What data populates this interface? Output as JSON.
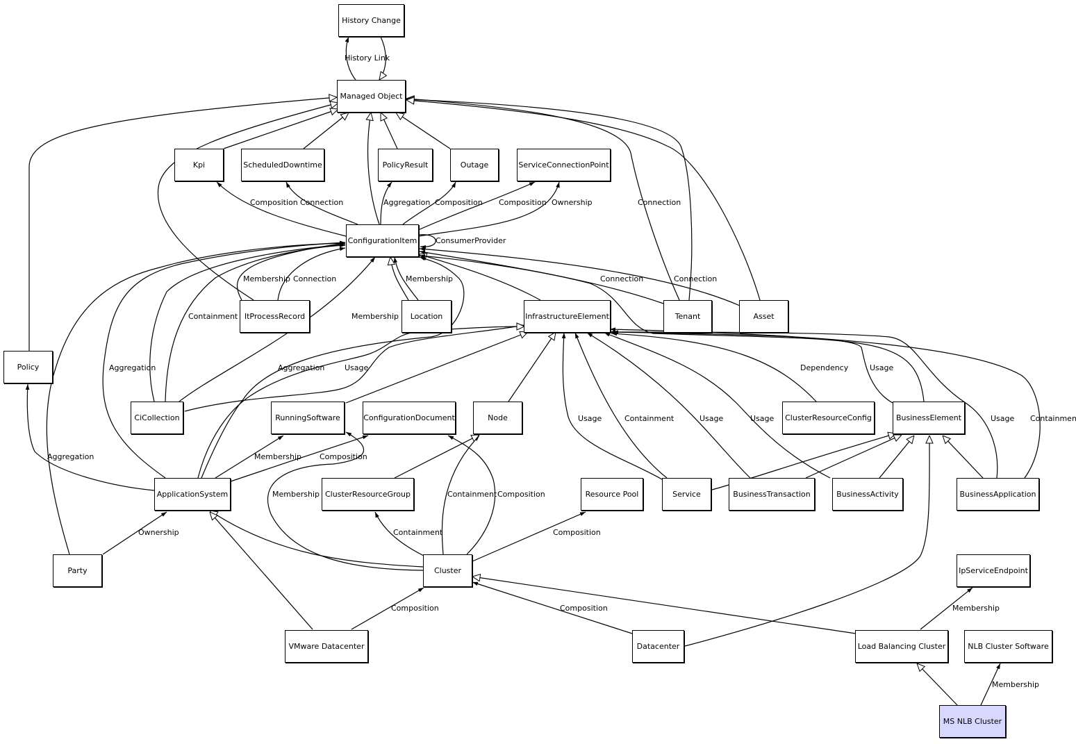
{
  "colors": {
    "line": "#000000",
    "node_fill": "#ffffff",
    "highlight_fill": "#d8d8ff"
  },
  "nodes": {
    "history_change": "History Change",
    "managed_object": "Managed Object",
    "kpi": "Kpi",
    "scheduled_downtime": "ScheduledDowntime",
    "policy_result": "PolicyResult",
    "outage": "Outage",
    "service_connection_point": "ServiceConnectionPoint",
    "configuration_item": "ConfigurationItem",
    "it_process_record": "ItProcessRecord",
    "location": "Location",
    "infrastructure_element": "InfrastructureElement",
    "tenant": "Tenant",
    "asset": "Asset",
    "policy": "Policy",
    "ci_collection": "CiCollection",
    "running_software": "RunningSoftware",
    "configuration_document": "ConfigurationDocument",
    "node": "Node",
    "cluster_resource_config": "ClusterResourceConfig",
    "business_element": "BusinessElement",
    "application_system": "ApplicationSystem",
    "cluster_resource_group": "ClusterResourceGroup",
    "resource_pool": "Resource Pool",
    "service": "Service",
    "business_transaction": "BusinessTransaction",
    "business_activity": "BusinessActivity",
    "business_application": "BusinessApplication",
    "party": "Party",
    "cluster": "Cluster",
    "ip_service_endpoint": "IpServiceEndpoint",
    "vmware_datacenter": "VMware Datacenter",
    "datacenter": "Datacenter",
    "load_balancing_cluster": "Load Balancing Cluster",
    "nlb_cluster_software": "NLB Cluster Software",
    "ms_nlb_cluster": "MS NLB Cluster"
  },
  "edge_labels": {
    "history_link": "History Link",
    "kpi_composition": "Composition",
    "sched_connection": "Connection",
    "policyresult_aggregation": "Aggregation",
    "outage_composition": "Composition",
    "scp_composition": "Composition",
    "scp_ownership": "Ownership",
    "consumer_provider": "ConsumerProvider",
    "itpr_membership": "Membership",
    "itpr_connection": "Connection",
    "location_membership": "Membership",
    "tenant_connection_1": "Connection",
    "tenant_connection_2": "Connection",
    "cicollection_containment": "Containment",
    "cicollection_membership": "Membership",
    "appsys_aggregation_left": "Aggregation",
    "appsys_aggregation": "Aggregation",
    "appsys_usage": "Usage",
    "party_aggregation": "Aggregation",
    "dependency": "Dependency",
    "business_usage": "Usage",
    "service_usage": "Usage",
    "service_containment": "Containment",
    "btx_usage": "Usage",
    "bactivity_usage": "Usage",
    "bapp_usage": "Usage",
    "bapp_containment": "Containment",
    "appsys_membership": "Membership",
    "appsys_composition": "Composition",
    "cluster_membership": "Membership",
    "cluster_containment_node": "Containment",
    "cluster_composition_doc": "Composition",
    "party_ownership": "Ownership",
    "cluster_containment_crg": "Containment",
    "cluster_composition_pool": "Composition",
    "vmware_composition": "Composition",
    "datacenter_composition": "Composition",
    "lbc_membership": "Membership",
    "msnlb_membership": "Membership"
  }
}
